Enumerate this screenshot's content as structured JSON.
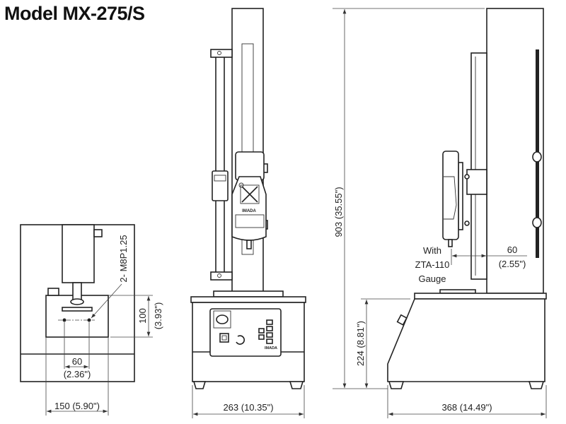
{
  "title": "Model MX-275/S",
  "top_view": {
    "thread_label": "2- M8P1.25",
    "hole_spacing": "60",
    "hole_spacing_in": "(2.36\")",
    "width": "150 (5.90\")",
    "depth": "100",
    "depth_in": "(3.93\")"
  },
  "front_view": {
    "width": "263 (10.35\")",
    "gauge_brand": "IMADA"
  },
  "side_view": {
    "height": "903 (35.55\")",
    "base_height": "224 (8.81\")",
    "depth": "368 (14.49\")",
    "offset": "60",
    "offset_in": "(2.55\")",
    "note_line1": "With",
    "note_line2": "ZTA-110",
    "note_line3": "Gauge"
  }
}
